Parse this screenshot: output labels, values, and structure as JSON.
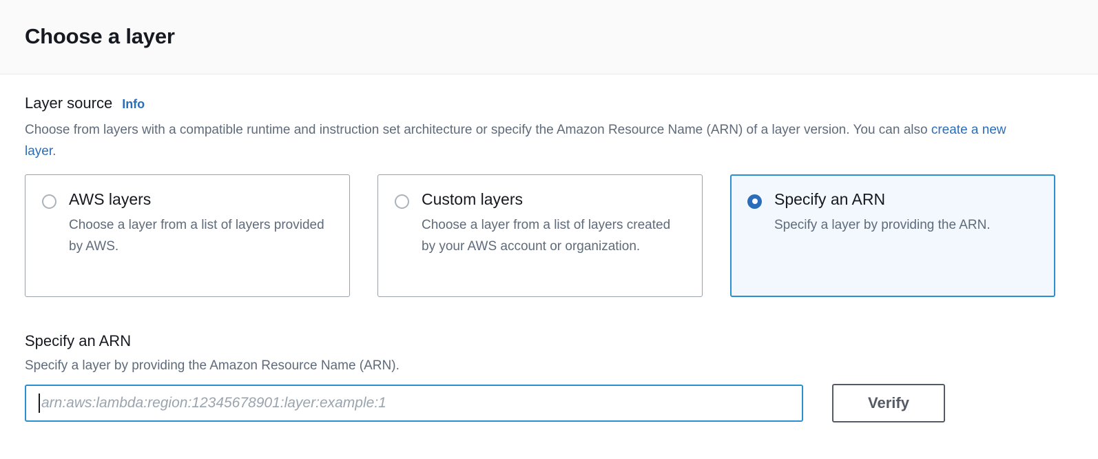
{
  "header": {
    "title": "Choose a layer"
  },
  "layer_source": {
    "label": "Layer source",
    "info_link": "Info",
    "description_part1": "Choose from layers with a compatible runtime and instruction set architecture or specify the Amazon Resource Name (ARN) of a layer version. You can also ",
    "description_link": "create a new layer",
    "description_part2": ".",
    "options": [
      {
        "title": "AWS layers",
        "description": "Choose a layer from a list of layers provided by AWS.",
        "selected": false
      },
      {
        "title": "Custom layers",
        "description": "Choose a layer from a list of layers created by your AWS account or organization.",
        "selected": false
      },
      {
        "title": "Specify an ARN",
        "description": "Specify a layer by providing the ARN.",
        "selected": true
      }
    ]
  },
  "arn_section": {
    "title": "Specify an ARN",
    "description": "Specify a layer by providing the Amazon Resource Name (ARN).",
    "input_value": "",
    "input_placeholder": "arn:aws:lambda:region:12345678901:layer:example:1",
    "verify_label": "Verify"
  },
  "colors": {
    "accent_blue": "#2a6ebb",
    "focus_blue": "#2a8fce",
    "selected_bg": "#f2f8fd",
    "header_bg": "#fafafa",
    "text_dark": "#16191f",
    "text_muted": "#5f6b7a",
    "button_border": "#545b64"
  }
}
